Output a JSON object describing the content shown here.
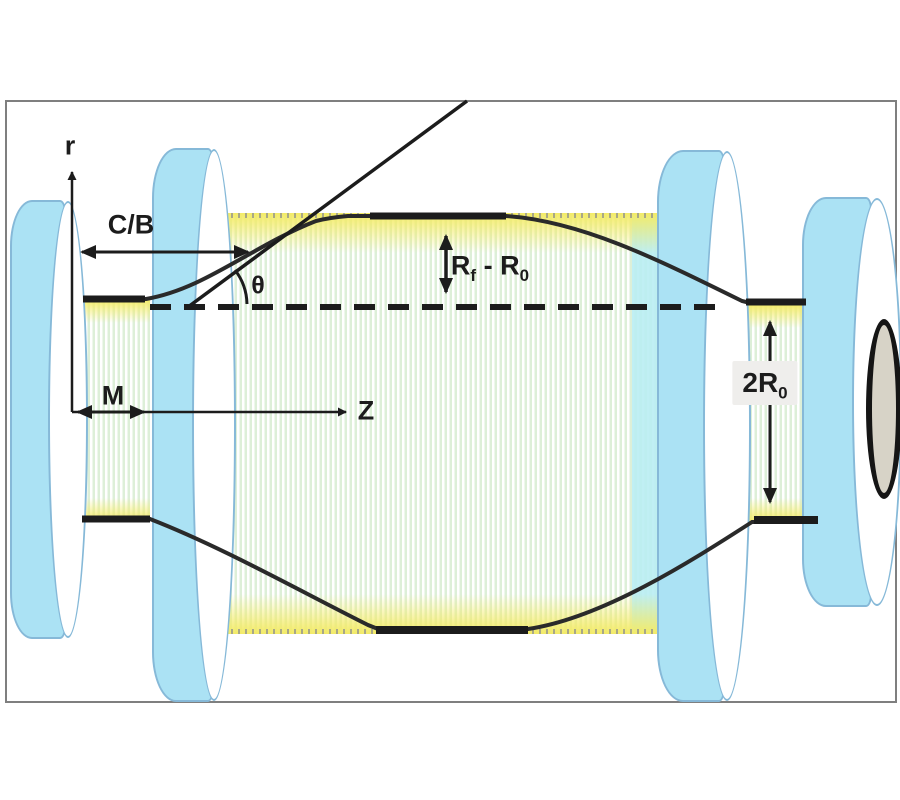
{
  "diagram": {
    "description": "Schematic of a yarn/filament winding package on a spool: side view of wound coil between flanges with geometric dimension annotations",
    "axes": {
      "r_label": "r",
      "z_label": "Z"
    },
    "dimensions": {
      "cb_label": "C/B",
      "theta_label": "θ",
      "m_label": "M",
      "rf_r0": {
        "p1": "R",
        "s1": "f",
        "p2": " - R",
        "s2": "0"
      },
      "two_r0": {
        "p1": "2R",
        "s1": "0"
      }
    },
    "features": {
      "dashed_line": "base radius reference line",
      "tangent_line": "tangent to winding build-up curve",
      "winding_profile": "top and bottom wound-package contour curves",
      "flanges": 4,
      "bore": "end-on bore ellipse at right spool end"
    }
  },
  "colors": {
    "ink": "#1c1c1c",
    "frame_border": "#7f7f7f",
    "flange_fill": "#abe2f4",
    "flange_stroke": "#86b9d8",
    "coil_stripe": "#ddefd8",
    "coil_yellow": "#f3eb67",
    "barrel_cyan": "#b9edf3",
    "bore_fill": "#d7d3c7",
    "label_box": "#efeeec"
  }
}
